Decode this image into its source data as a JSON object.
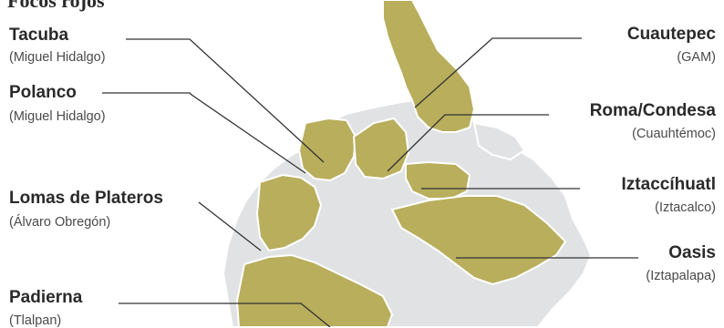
{
  "title": "Focos rojos",
  "colors": {
    "highlight": "#b8ae5c",
    "base": "#e1e2e4",
    "border": "#ffffff",
    "leader": "#333333"
  },
  "labels": [
    {
      "id": "tacuba",
      "name": "Tacuba",
      "sub": "(Miguel Hidalgo)"
    },
    {
      "id": "polanco",
      "name": "Polanco",
      "sub": "(Miguel Hidalgo)"
    },
    {
      "id": "lomas",
      "name": "Lomas de Plateros",
      "sub": "(Álvaro Obregón)"
    },
    {
      "id": "padierna",
      "name": "Padierna",
      "sub": "(Tlalpan)"
    },
    {
      "id": "cuautepec",
      "name": "Cuautepec",
      "sub": "(GAM)"
    },
    {
      "id": "roma",
      "name": "Roma/Condesa",
      "sub": "(Cuauhtémoc)"
    },
    {
      "id": "iztaccihuatl",
      "name": "Iztaccíhuatl",
      "sub": "(Iztacalco)"
    },
    {
      "id": "oasis",
      "name": "Oasis",
      "sub": "(Iztapalapa)"
    }
  ]
}
